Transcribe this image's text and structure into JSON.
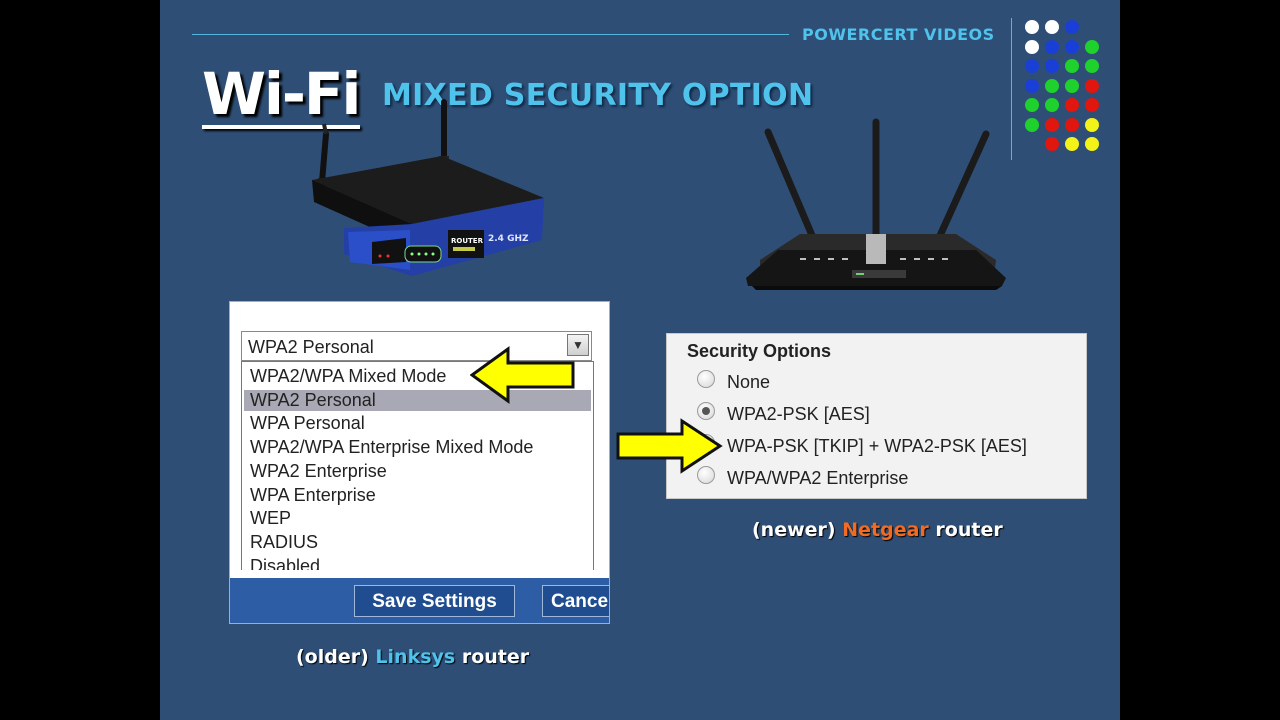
{
  "header": {
    "brand": "POWERCERT VIDEOS",
    "title": "Wi-Fi",
    "subtitle": "MIXED SECURITY OPTION"
  },
  "colors": {
    "background": "#2f4e75",
    "accent": "#4fc3ec",
    "arrow": "#ffff00",
    "netgear": "#f26b22"
  },
  "logo_dots": [
    [
      "white",
      "white",
      "blue",
      ""
    ],
    [
      "white",
      "blue",
      "blue",
      "green"
    ],
    [
      "blue",
      "blue",
      "green",
      "green"
    ],
    [
      "blue",
      "green",
      "green",
      "red"
    ],
    [
      "green",
      "green",
      "red",
      "red"
    ],
    [
      "green",
      "red",
      "red",
      "yellow"
    ],
    [
      "",
      "red",
      "yellow",
      "yellow"
    ]
  ],
  "routers": {
    "older_label": "2.4 GHZ",
    "older_badge": "ROUTER"
  },
  "linksys": {
    "selected_value": "WPA2 Personal",
    "options": [
      "WPA2/WPA Mixed Mode",
      "WPA2 Personal",
      "WPA Personal",
      "WPA2/WPA Enterprise Mixed Mode",
      "WPA2 Enterprise",
      "WPA Enterprise",
      "WEP",
      "RADIUS",
      "Disabled"
    ],
    "highlighted_option": "WPA2 Personal",
    "save_button": "Save Settings",
    "cancel_button": "Cancel",
    "caption_prefix": "(older)",
    "caption_brand": "Linksys",
    "caption_suffix": "router"
  },
  "netgear": {
    "title": "Security Options",
    "options": [
      "None",
      "WPA2-PSK [AES]",
      "WPA-PSK [TKIP] + WPA2-PSK [AES]",
      "WPA/WPA2 Enterprise"
    ],
    "selected_option": "WPA2-PSK [AES]",
    "caption_prefix": "(newer)",
    "caption_brand": "Netgear",
    "caption_suffix": "router"
  }
}
